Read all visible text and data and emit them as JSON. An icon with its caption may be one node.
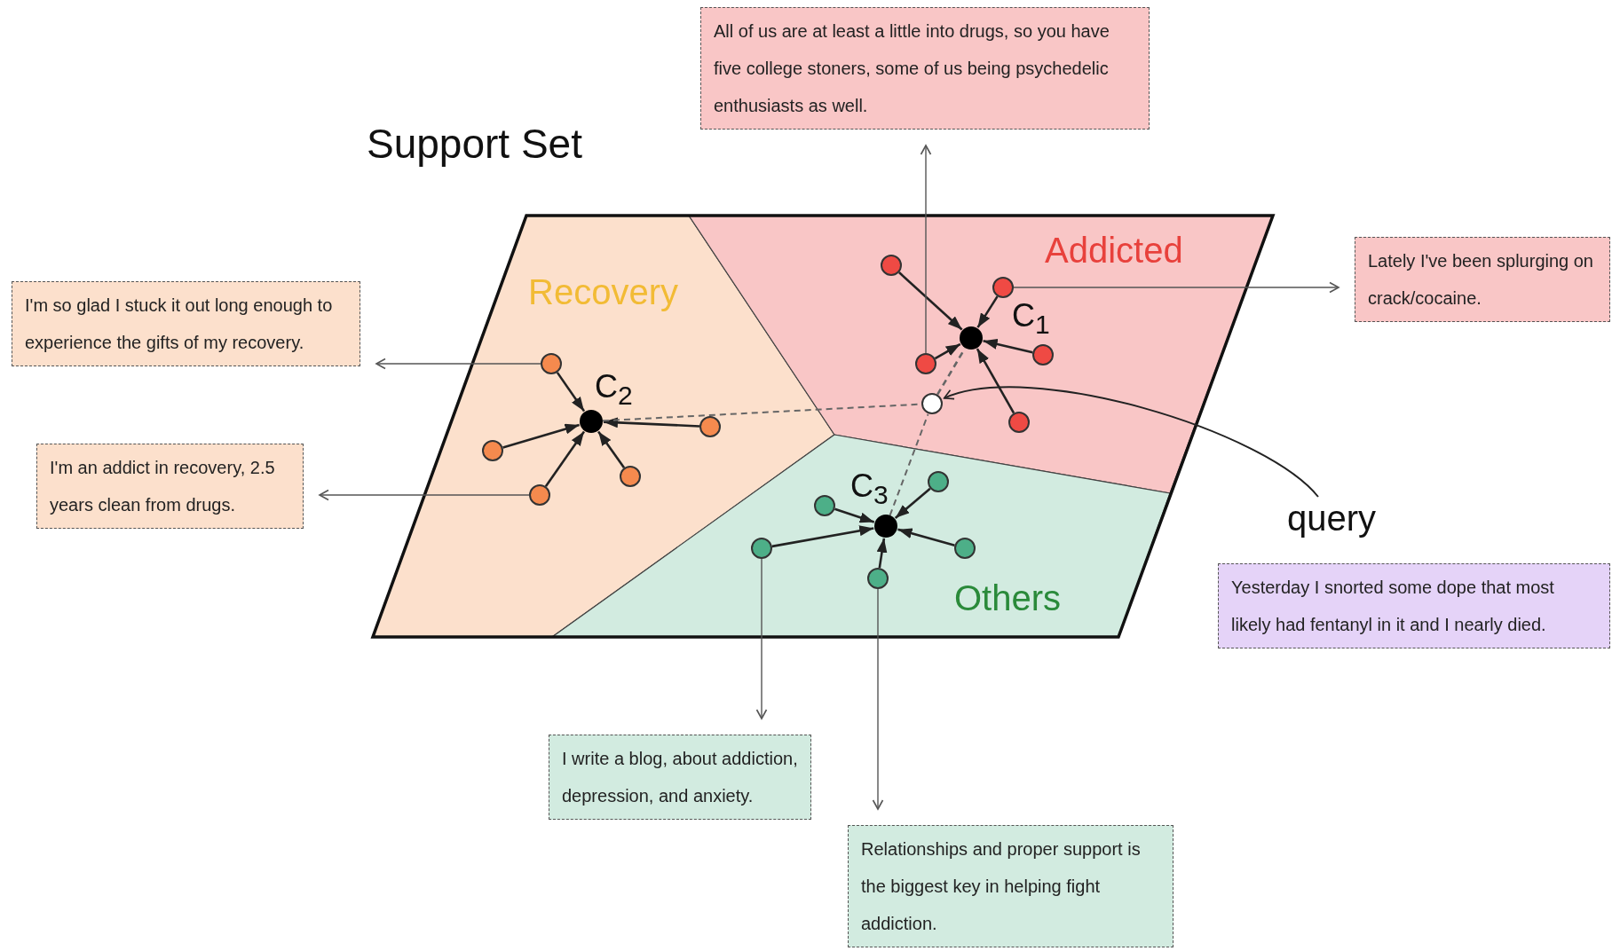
{
  "diagram": {
    "title": "Support Set",
    "nodes": [
      {
        "text": [
          "Recovery"
        ]
      },
      {
        "text": [
          "Addicted"
        ]
      },
      {
        "text": [
          "Others"
        ]
      },
      {
        "text": [],
        "shape": "circle",
        "in": 1
      },
      {
        "text": [],
        "shape": "circle",
        "in": 0
      },
      {
        "text": [],
        "shape": "circle",
        "in": 2
      },
      {
        "text": [],
        "shape": "circle",
        "in": 1
      },
      {
        "text": [],
        "shape": "circle",
        "in": 1
      },
      {
        "text": [],
        "shape": "circle",
        "in": 1
      },
      {
        "text": [],
        "shape": "circle",
        "in": 1
      },
      {
        "text": [],
        "shape": "circle",
        "in": 1
      },
      {
        "text": [],
        "shape": "circle",
        "in": 1
      },
      {
        "text": [],
        "shape": "circle",
        "in": 0
      },
      {
        "text": [],
        "shape": "circle",
        "in": 0
      },
      {
        "text": [],
        "shape": "circle",
        "in": 0
      },
      {
        "text": [],
        "shape": "circle",
        "in": 0
      },
      {
        "text": [],
        "shape": "circle",
        "in": 0
      },
      {
        "text": [],
        "shape": "circle",
        "in": 2
      },
      {
        "text": [],
        "shape": "circle",
        "in": 2
      },
      {
        "text": [],
        "shape": "circle",
        "in": 2
      },
      {
        "text": [],
        "shape": "circle",
        "in": 2
      },
      {
        "text": [],
        "shape": "circle",
        "in": 2
      },
      {
        "text": [
          "All of us are at least a little into drugs, so you have five college stoners, some of us being psychedelic enthusiasts as well."
        ]
      },
      {
        "text": [
          "Lately I've been splurging on crack/cocaine."
        ]
      },
      {
        "text": [
          "I'm so glad I stuck it out long enough to experience the gifts of my recovery."
        ]
      },
      {
        "text": [
          "I'm an addict in recovery, 2.5 years clean from drugs."
        ]
      },
      {
        "text": [
          "query"
        ]
      },
      {
        "text": [
          "Yesterday I snorted some dope that most likely had fentanyl in it and I nearly died."
        ]
      },
      {
        "text": [
          "I write a blog, about addiction, depression, and anxiety."
        ]
      },
      {
        "text": [
          "Relationships and proper support is the biggest key in helping fight addiction."
        ]
      }
    ],
    "edges": [
      {
        "from": 7,
        "to": 3,
        "arrow": "to"
      },
      {
        "from": 8,
        "to": 3,
        "arrow": "to"
      },
      {
        "from": 9,
        "to": 3,
        "arrow": "to"
      },
      {
        "from": 10,
        "to": 3,
        "arrow": "to"
      },
      {
        "from": 11,
        "to": 3,
        "arrow": "to"
      },
      {
        "from": 12,
        "to": 4,
        "arrow": "to"
      },
      {
        "from": 13,
        "to": 4,
        "arrow": "to"
      },
      {
        "from": 14,
        "to": 4,
        "arrow": "to"
      },
      {
        "from": 15,
        "to": 4,
        "arrow": "to"
      },
      {
        "from": 16,
        "to": 4,
        "arrow": "to"
      },
      {
        "from": 17,
        "to": 5,
        "arrow": "to"
      },
      {
        "from": 18,
        "to": 5,
        "arrow": "to"
      },
      {
        "from": 19,
        "to": 5,
        "arrow": "to"
      },
      {
        "from": 20,
        "to": 5,
        "arrow": "to"
      },
      {
        "from": 21,
        "to": 5,
        "arrow": "to"
      },
      {
        "from": 4,
        "to": 6,
        "arrow": "none",
        "style": "dashed",
        "color": "#666666"
      },
      {
        "from": 5,
        "to": 6,
        "arrow": "none",
        "style": "dashed",
        "color": "#666666"
      },
      {
        "from": 6,
        "to": 3,
        "arrow": "none",
        "style": "dashed",
        "color": "#666666"
      },
      {
        "from": 8,
        "to": 22,
        "arrow": "to",
        "color": "#555555"
      },
      {
        "from": 9,
        "to": 23,
        "arrow": "to",
        "color": "#555555"
      },
      {
        "from": 14,
        "to": 24,
        "arrow": "to",
        "color": "#555555"
      },
      {
        "from": 13,
        "to": 25,
        "arrow": "to",
        "color": "#555555"
      },
      {
        "from": 17,
        "to": 28,
        "arrow": "to",
        "color": "#555555"
      },
      {
        "from": 19,
        "to": 29,
        "arrow": "to",
        "color": "#555555"
      },
      {
        "from": 26,
        "to": 6,
        "arrow": "to"
      }
    ],
    "labels": [
      "C$_{1}$",
      "C$_{2}$",
      "C$_{3}$"
    ]
  }
}
